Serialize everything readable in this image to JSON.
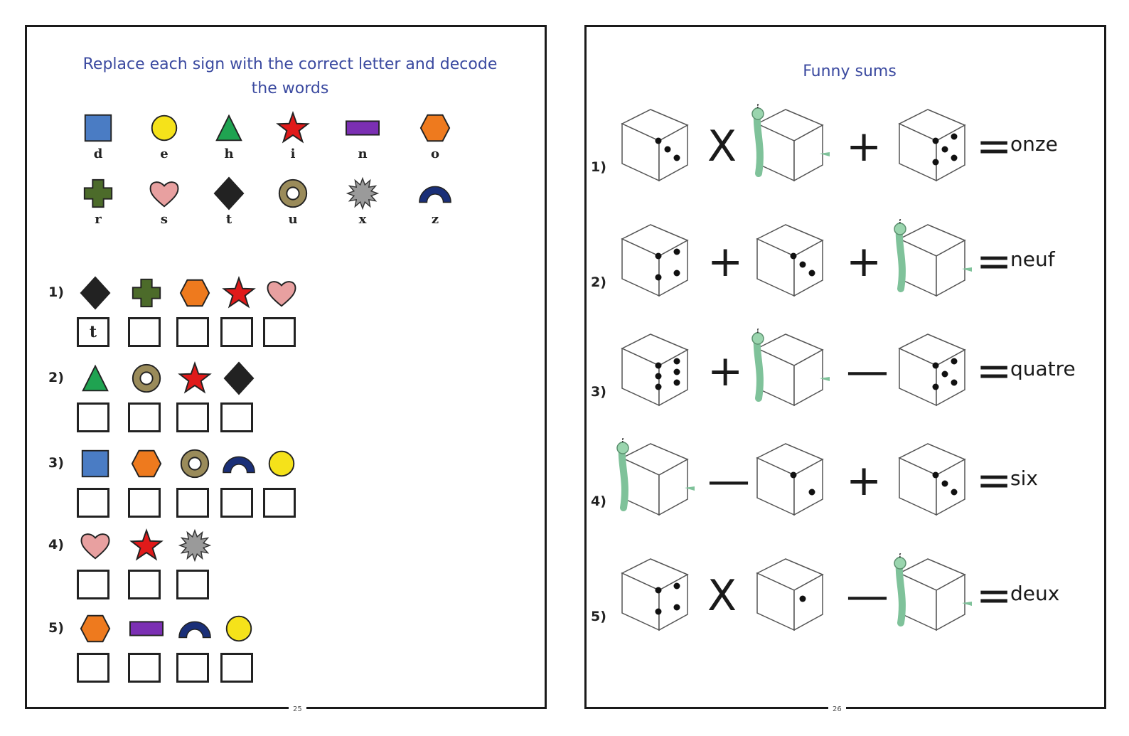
{
  "left_page": {
    "title_line1": "Replace each sign with the correct letter and decode",
    "title_line2": "the words",
    "legend": [
      {
        "icon": "square-icon",
        "color": "#4a7cc4",
        "letter": "d"
      },
      {
        "icon": "circle-icon",
        "color": "#f5e21a",
        "letter": "e"
      },
      {
        "icon": "triangle-icon",
        "color": "#1fa351",
        "letter": "h"
      },
      {
        "icon": "star-icon",
        "color": "#e01a1a",
        "letter": "i"
      },
      {
        "icon": "rectangle-icon",
        "color": "#7b2fb3",
        "letter": "n"
      },
      {
        "icon": "hexagon-icon",
        "color": "#ee7a1e",
        "letter": "o"
      },
      {
        "icon": "cross-icon",
        "color": "#4c6b2a",
        "letter": "r"
      },
      {
        "icon": "heart-icon",
        "color": "#e8a0a0",
        "letter": "s"
      },
      {
        "icon": "diamond-icon",
        "color": "#222222",
        "letter": "t"
      },
      {
        "icon": "ring-icon",
        "color": "#9a8b5a",
        "letter": "u"
      },
      {
        "icon": "burst-icon",
        "color": "#9a9a9a",
        "letter": "x"
      },
      {
        "icon": "arch-icon",
        "color": "#1a2f78",
        "letter": "z"
      }
    ],
    "questions": [
      {
        "num": "1)",
        "symbols": [
          "diamond",
          "cross",
          "hexagon",
          "star",
          "heart"
        ],
        "answers": [
          "t",
          "",
          "",
          "",
          ""
        ]
      },
      {
        "num": "2)",
        "symbols": [
          "triangle",
          "ring",
          "star",
          "diamond"
        ],
        "answers": [
          "",
          "",
          "",
          ""
        ]
      },
      {
        "num": "3)",
        "symbols": [
          "square",
          "hexagon",
          "ring",
          "arch",
          "circle"
        ],
        "answers": [
          "",
          "",
          "",
          "",
          ""
        ]
      },
      {
        "num": "4)",
        "symbols": [
          "heart",
          "star",
          "burst"
        ],
        "answers": [
          "",
          "",
          ""
        ]
      },
      {
        "num": "5)",
        "symbols": [
          "hexagon",
          "rectangle",
          "arch",
          "circle"
        ],
        "answers": [
          "",
          "",
          "",
          ""
        ]
      }
    ],
    "page_number": "25"
  },
  "right_page": {
    "title": "Funny sums",
    "equations": [
      {
        "num": "1)",
        "terms": [
          {
            "die": 3
          },
          {
            "op": "X"
          },
          {
            "die": "?"
          },
          {
            "op": "+"
          },
          {
            "die": 5
          }
        ],
        "result": "onze"
      },
      {
        "num": "2)",
        "terms": [
          {
            "die": 4
          },
          {
            "op": "+"
          },
          {
            "die": 3
          },
          {
            "op": "+"
          },
          {
            "die": "?"
          }
        ],
        "result": "neuf"
      },
      {
        "num": "3)",
        "terms": [
          {
            "die": 6
          },
          {
            "op": "+"
          },
          {
            "die": "?"
          },
          {
            "op": "—"
          },
          {
            "die": 5
          }
        ],
        "result": "quatre"
      },
      {
        "num": "4)",
        "terms": [
          {
            "die": "?"
          },
          {
            "op": "—"
          },
          {
            "die": 2
          },
          {
            "op": "+"
          },
          {
            "die": 3
          }
        ],
        "result": "six"
      },
      {
        "num": "5)",
        "terms": [
          {
            "die": 4
          },
          {
            "op": "X"
          },
          {
            "die": 1
          },
          {
            "op": "—"
          },
          {
            "die": "?"
          }
        ],
        "result": "deux"
      }
    ],
    "equals_sign": "=",
    "page_number": "26"
  }
}
